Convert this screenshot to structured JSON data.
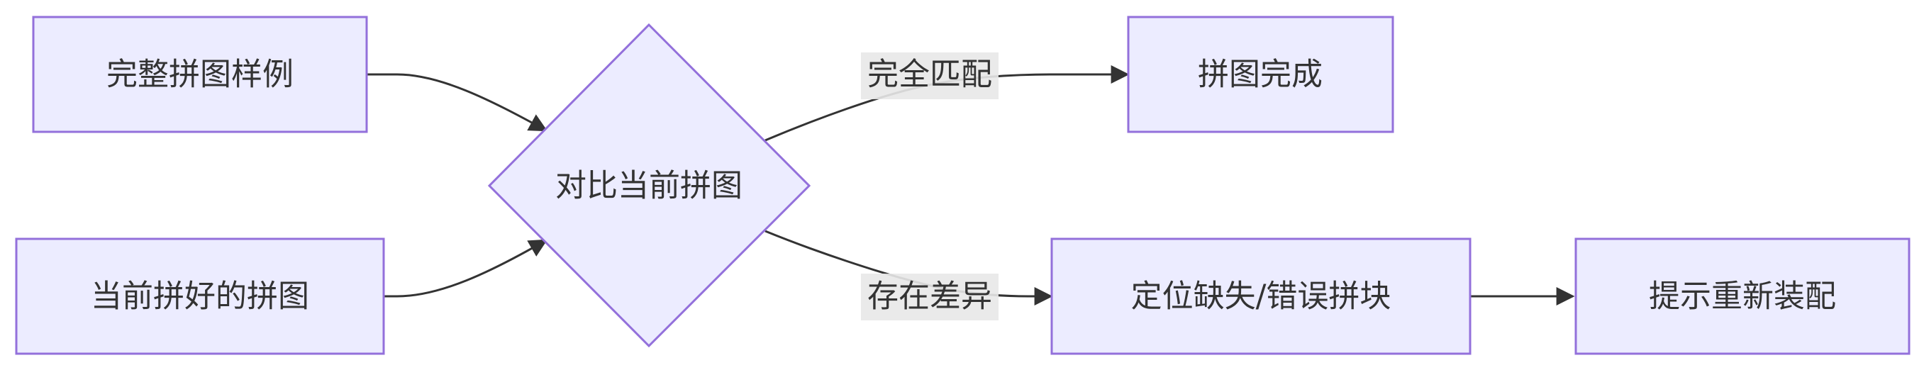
{
  "nodes": {
    "sample": "完整拼图样例",
    "current": "当前拼好的拼图",
    "compare": "对比当前拼图",
    "done": "拼图完成",
    "locate": "定位缺失/错误拼块",
    "hint": "提示重新装配"
  },
  "edges": {
    "match": "完全匹配",
    "diff": "存在差异"
  },
  "colors": {
    "node_fill": "#ececff",
    "node_stroke": "#9370db",
    "edge": "#333333",
    "label_bg": "#e8e8e8"
  }
}
